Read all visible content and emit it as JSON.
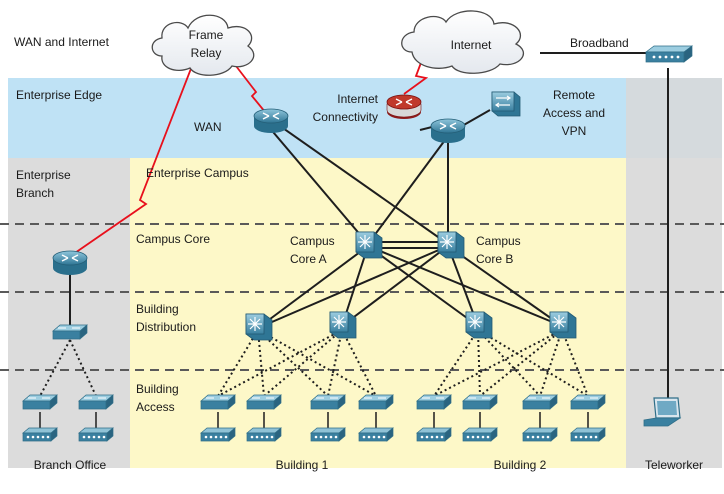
{
  "regions": {
    "wan_internet": "WAN and Internet",
    "enterprise_edge": "Enterprise Edge",
    "enterprise_branch": [
      "Enterprise",
      "Branch"
    ],
    "enterprise_campus": "Enterprise Campus",
    "campus_core": "Campus Core",
    "building_distribution": [
      "Building",
      "Distribution"
    ],
    "building_access": [
      "Building",
      "Access"
    ]
  },
  "clouds": {
    "frame_relay": [
      "Frame",
      "Relay"
    ],
    "internet": "Internet"
  },
  "devices": {
    "broadband": "Broadband",
    "wan": "WAN",
    "internet_connectivity": [
      "Internet",
      "Connectivity"
    ],
    "remote_access_vpn": [
      "Remote",
      "Access and",
      "VPN"
    ],
    "campus_core_a": [
      "Campus",
      "Core A"
    ],
    "campus_core_b": [
      "Campus",
      "Core B"
    ]
  },
  "sites": {
    "branch_office": "Branch Office",
    "building_1": "Building 1",
    "building_2": "Building 2",
    "teleworker": "Teleworker"
  },
  "colors": {
    "edge_band": "#bfe2f5",
    "campus_band": "#fdf8c8",
    "side_band": "#dcdcdc",
    "wan_link": "#e8101c",
    "device_blue": "#3f8cab"
  }
}
